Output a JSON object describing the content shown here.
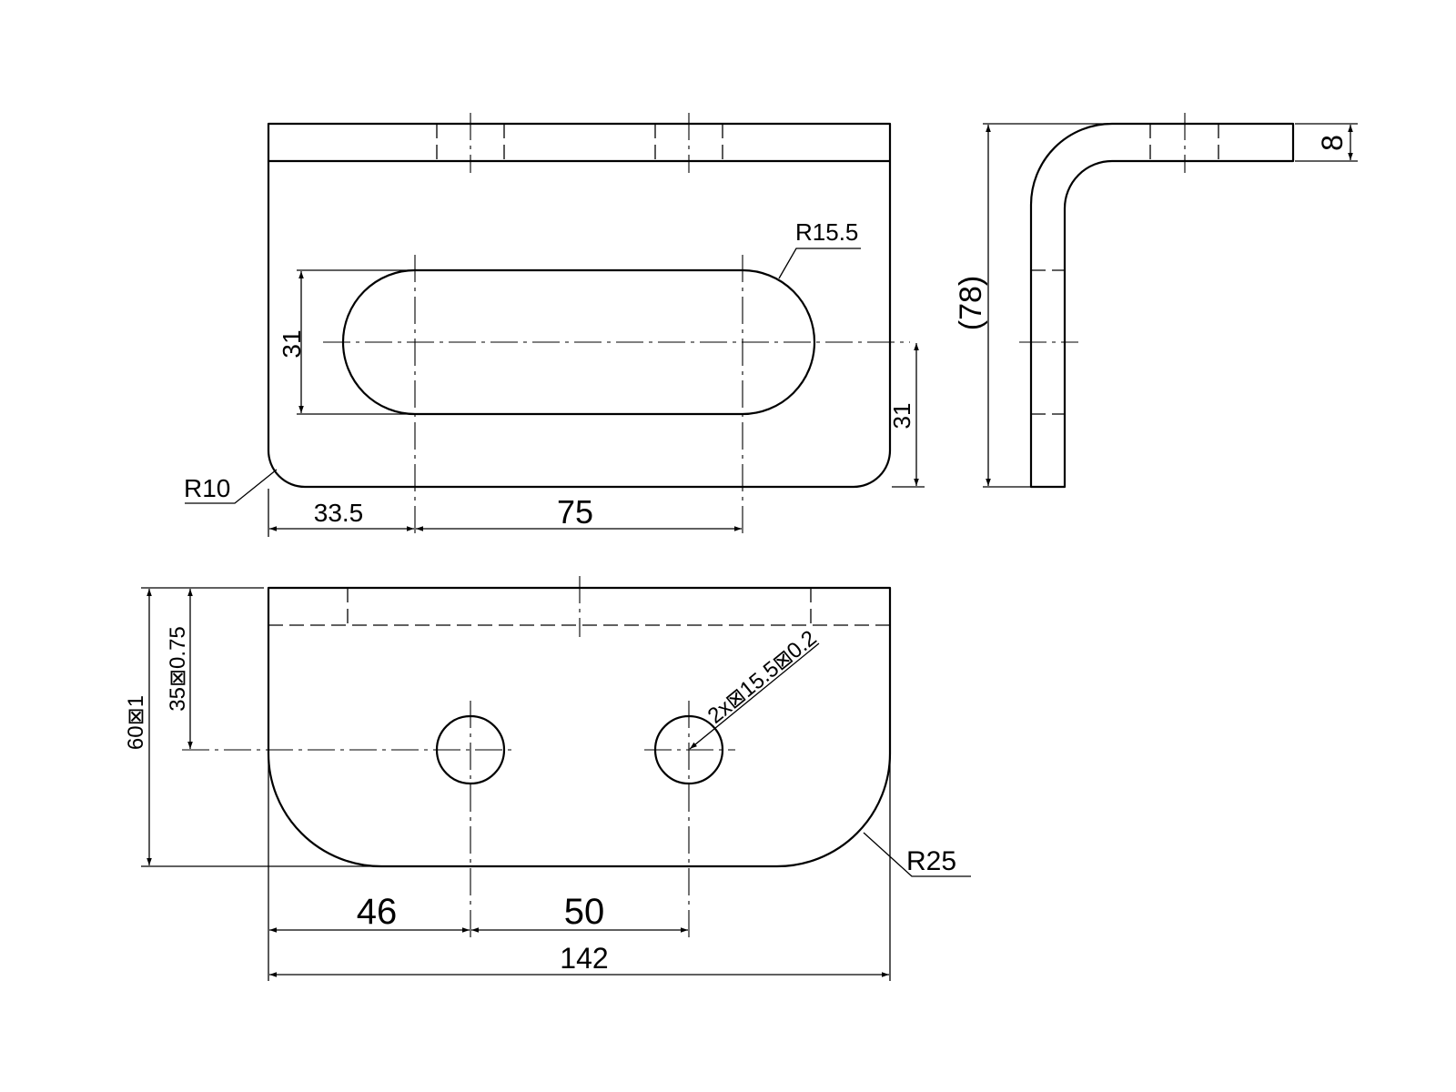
{
  "drawing": {
    "colors": {
      "line": "#000000",
      "background": "#ffffff"
    },
    "front_view": {
      "slot_width": "31",
      "slot_center_height": "31",
      "slot_radius": "R15.5",
      "corner_radius": "R10",
      "slot_offset": "33.5",
      "slot_length": "75"
    },
    "side_view": {
      "height_reference": "(78)",
      "thickness": "8"
    },
    "top_view": {
      "width_tolerance": "60⊠1",
      "hole_offset_tolerance": "35⊠0.75",
      "hole_callout": "2x⊠15.5⊠0.2",
      "corner_radius": "R25",
      "hole_x_offset": "46",
      "hole_spacing": "50",
      "overall_length": "142"
    }
  }
}
